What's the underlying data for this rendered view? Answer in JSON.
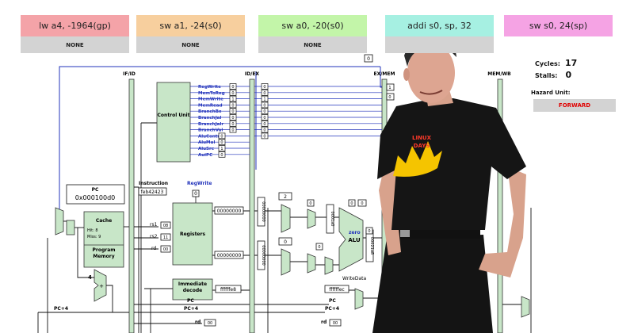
{
  "pipeline_stages": [
    {
      "instruction": "lw a4, -1964(gp)",
      "status": "NONE",
      "color": "#f4a3a8"
    },
    {
      "instruction": "sw a1, -24(s0)",
      "status": "NONE",
      "color": "#f7cf9e"
    },
    {
      "instruction": "sw a0, -20(s0)",
      "status": "NONE",
      "color": "#c3f5a9"
    },
    {
      "instruction": "addi s0, sp, 32",
      "status": "",
      "color": "#a6f0e2"
    },
    {
      "instruction": "sw s0, 24(sp)",
      "status": "",
      "color": "#f5a3e4"
    }
  ],
  "counters": {
    "cycles_label": "Cycles:",
    "cycles": "17",
    "stalls_label": "Stalls:",
    "stalls": "0"
  },
  "hazard_unit": {
    "label": "Hazard Unit:",
    "status": "FORWARD",
    "status_color": "#e00000"
  },
  "pipeline_registers": {
    "if_id": "IF/ID",
    "id_ex": "ID/EX",
    "ex_mem": "EX/MEM",
    "mem_wb": "MEM/WB"
  },
  "pc": {
    "label": "PC",
    "value": "0x000100d0"
  },
  "cache": {
    "title": "Cache",
    "hit_label": "Hit: 8",
    "miss_label": "Miss: 9",
    "memory_label": "Program Memory"
  },
  "adder_const": "4",
  "instruction_field": {
    "label": "Instruction",
    "value": "feb42423"
  },
  "control_unit": {
    "label": "Control Unit"
  },
  "control_signals": [
    {
      "name": "RegWrite",
      "value": "0",
      "ex_value": "0"
    },
    {
      "name": "MemToReg",
      "value": "0",
      "ex_value": "0"
    },
    {
      "name": "MemWrite",
      "value": "1",
      "ex_value": "1"
    },
    {
      "name": "MemRead",
      "value": "0",
      "ex_value": "0"
    },
    {
      "name": "BranchBx",
      "value": "0",
      "ex_value": "0"
    },
    {
      "name": "BranchJal",
      "value": "0",
      "ex_value": "0"
    },
    {
      "name": "BranchJalr",
      "value": "0",
      "ex_value": "0"
    },
    {
      "name": "BranchVal",
      "value": "0",
      "ex_value": "0"
    },
    {
      "name": "AluControl",
      "value": "0",
      "ex_value": "0"
    },
    {
      "name": "AluMul",
      "value": "0",
      "ex_value": ""
    },
    {
      "name": "AluSrc",
      "value": "1",
      "ex_value": ""
    },
    {
      "name": "AuiPC",
      "value": "0",
      "ex_value": ""
    }
  ],
  "regwrite_wb": {
    "label": "RegWrite",
    "value": "0"
  },
  "register_file": {
    "label": "Registers",
    "rs1_label": "rs1",
    "rs1_value": "08",
    "rs2_label": "rs2",
    "rs2_value": "11",
    "rd_label": "rd",
    "rd_value": "00",
    "out1": "00000000",
    "out2": "00000000"
  },
  "immediate": {
    "label": "Immediate decode",
    "value": "ffffffe8"
  },
  "id_ex_values": {
    "v1": "00000000",
    "v2": "00000000"
  },
  "alu": {
    "label": "ALU",
    "zero_label": "zero",
    "zero_value": "0",
    "in_a": "0001a0",
    "in_b": "00021a8",
    "result_a": "0",
    "result_b": "0",
    "const_2": "2",
    "const_0": "0",
    "mux_sel": "0"
  },
  "writedata": {
    "label": "WriteData",
    "value": "ffffffec"
  },
  "top_value": "0",
  "ex_mem_values": [
    "1",
    "0"
  ],
  "bottom_bus": {
    "pc4_label": "PC+4",
    "pc_label": "PC",
    "rd_label": "rd",
    "rd_value_id": "00",
    "rd_value_ex": "00"
  }
}
